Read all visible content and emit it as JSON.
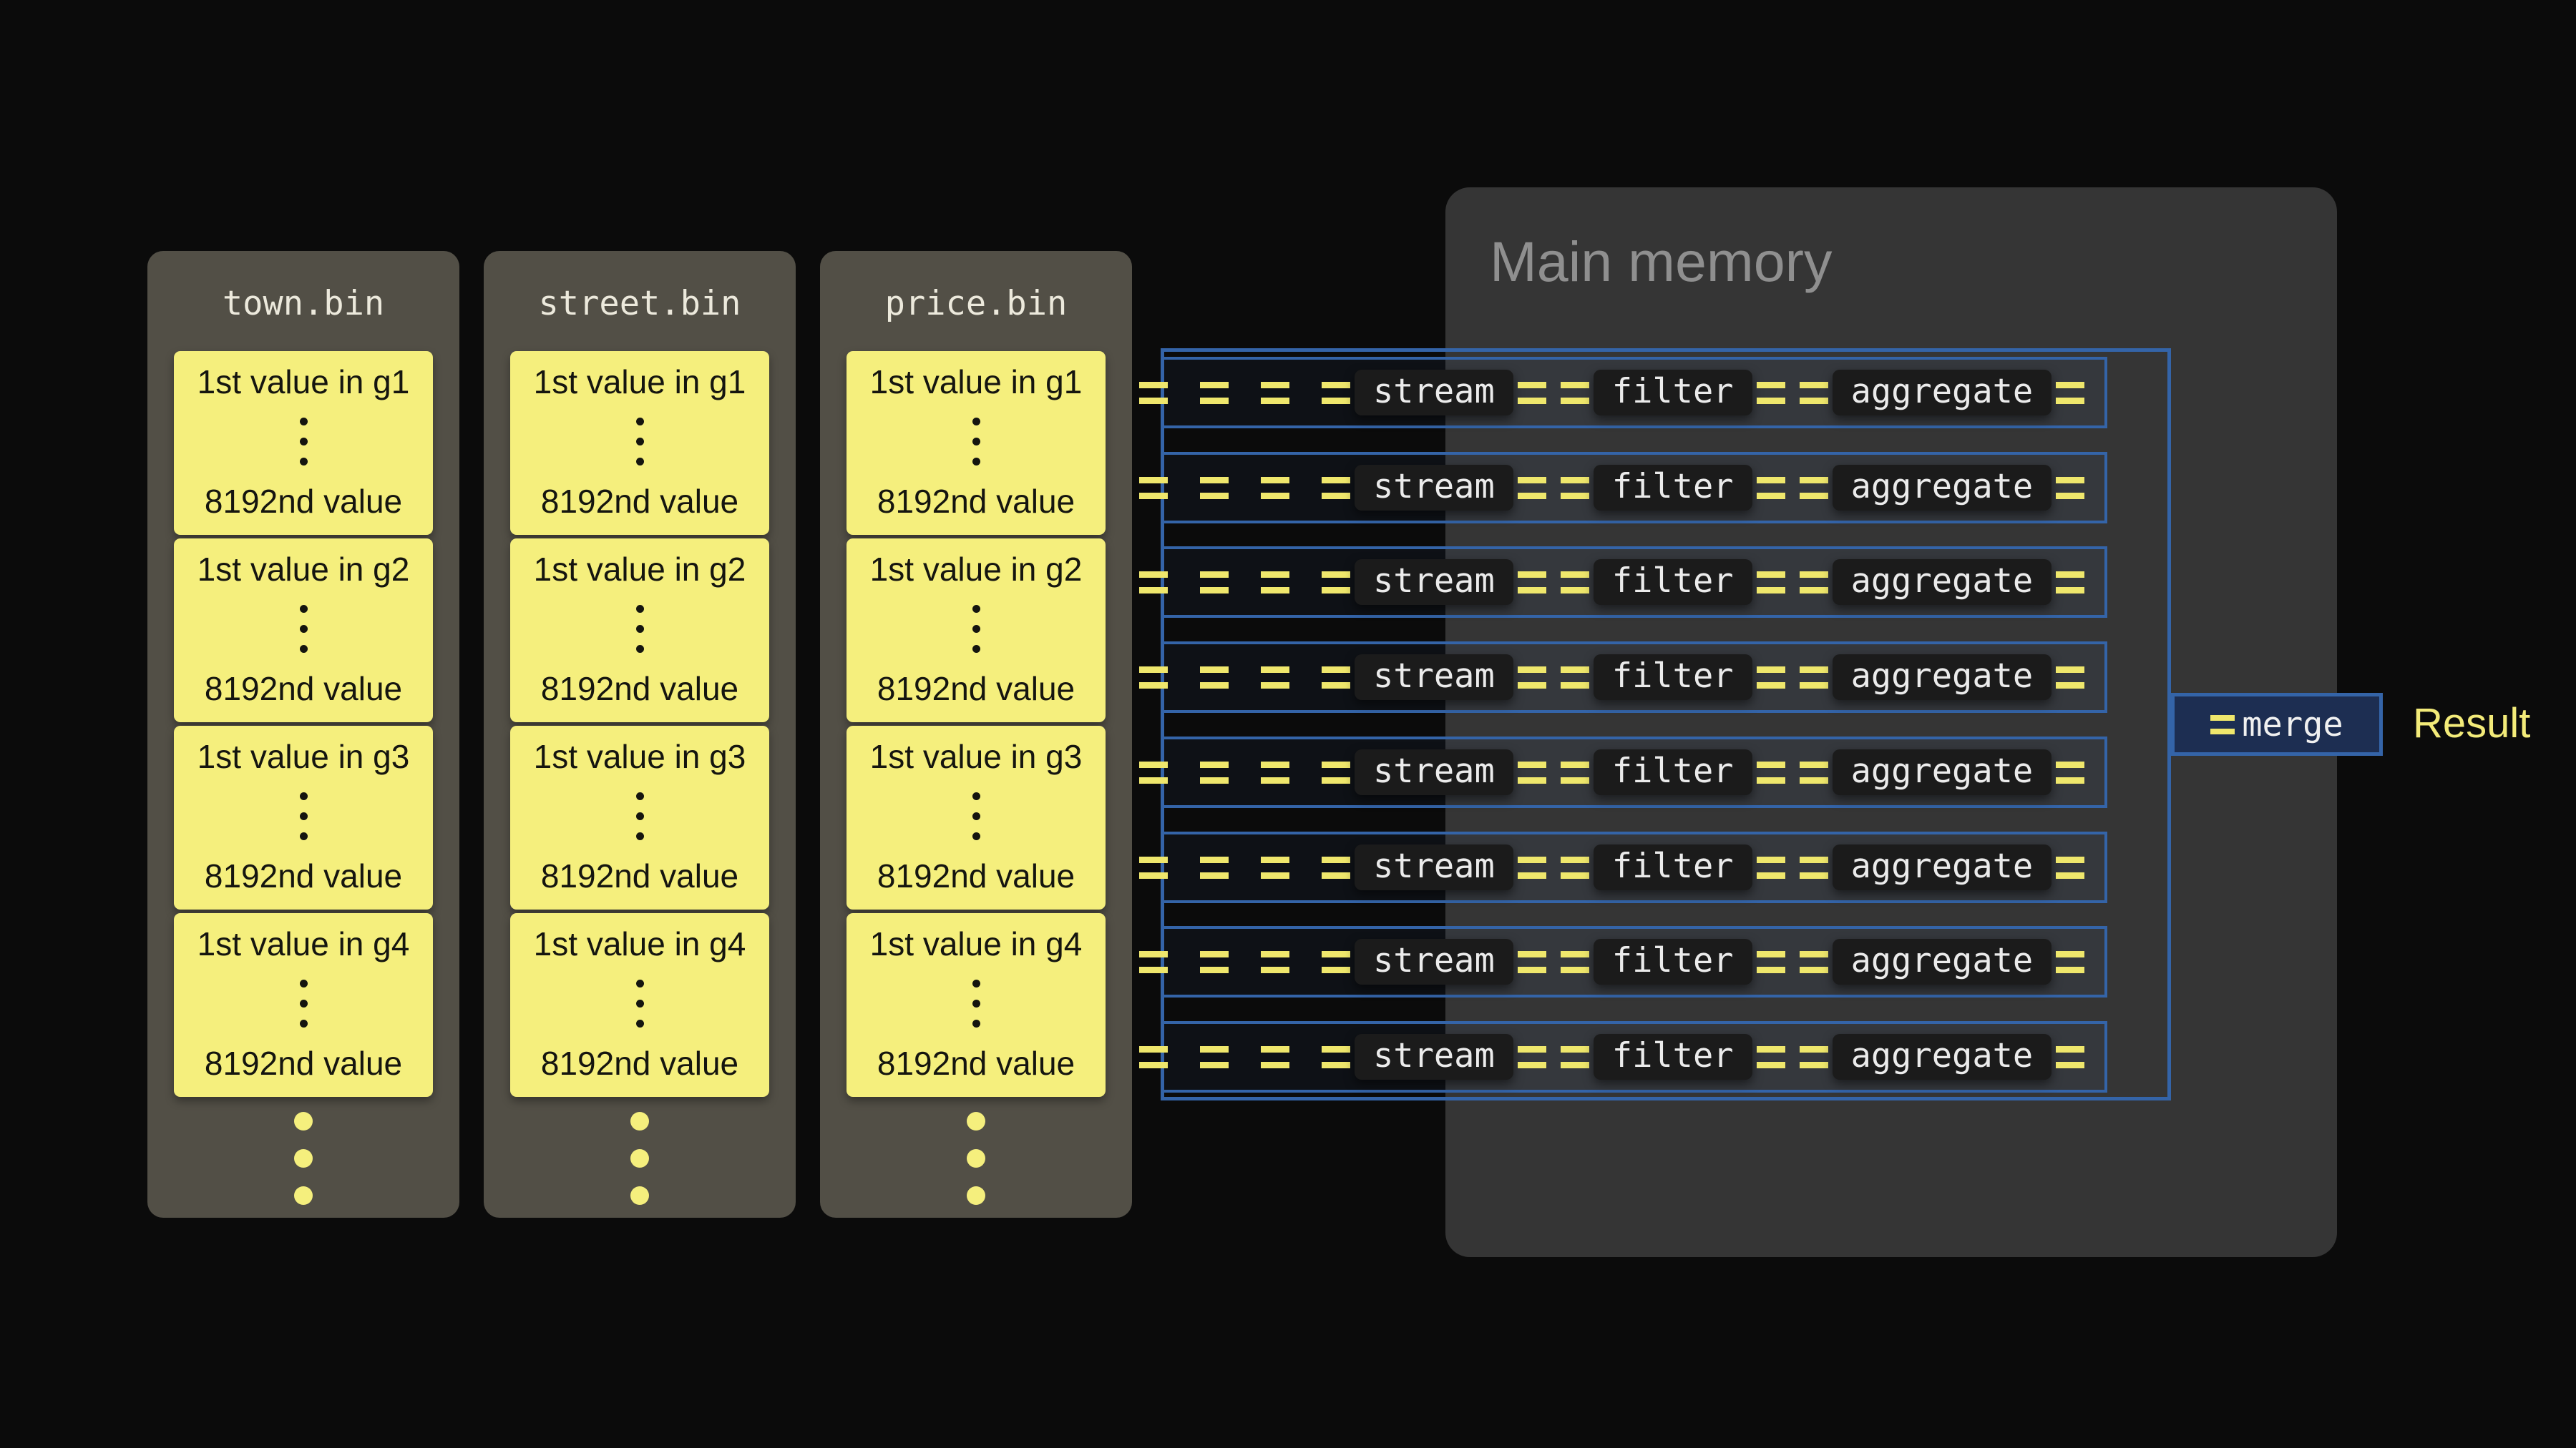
{
  "files": [
    {
      "name": "town.bin",
      "groups": [
        {
          "first": "1st value in g1",
          "last": "8192nd value"
        },
        {
          "first": "1st value in g2",
          "last": "8192nd value"
        },
        {
          "first": "1st value in g3",
          "last": "8192nd value"
        },
        {
          "first": "1st value in g4",
          "last": "8192nd value"
        }
      ]
    },
    {
      "name": "street.bin",
      "groups": [
        {
          "first": "1st value in g1",
          "last": "8192nd value"
        },
        {
          "first": "1st value in g2",
          "last": "8192nd value"
        },
        {
          "first": "1st value in g3",
          "last": "8192nd value"
        },
        {
          "first": "1st value in g4",
          "last": "8192nd value"
        }
      ]
    },
    {
      "name": "price.bin",
      "groups": [
        {
          "first": "1st value in g1",
          "last": "8192nd value"
        },
        {
          "first": "1st value in g2",
          "last": "8192nd value"
        },
        {
          "first": "1st value in g3",
          "last": "8192nd value"
        },
        {
          "first": "1st value in g4",
          "last": "8192nd value"
        }
      ]
    }
  ],
  "memory": {
    "title": "Main memory"
  },
  "pipeline": {
    "rows": 8,
    "stages": [
      "stream",
      "filter",
      "aggregate"
    ],
    "dash_icon": "equals-dash",
    "merge_label": "merge",
    "result_label": "Result"
  },
  "colors": {
    "background": "#0b0b0b",
    "file_panel": "#524f46",
    "value_box": "#f5ef7d",
    "memory_panel": "#353535",
    "pipeline_blue": "#3464a8",
    "dash_yellow": "#efe76c",
    "stage_box": "#1b1b1b",
    "result_text": "#f3eb79"
  }
}
